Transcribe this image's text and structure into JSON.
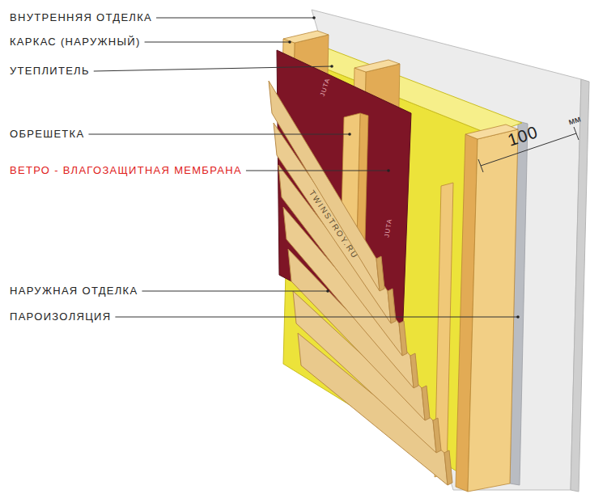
{
  "diagram": {
    "labels": [
      "ВНУТРЕННЯЯ ОТДЕЛКА",
      "КАРКАС (НАРУЖНЫЙ)",
      "УТЕПЛИТЕЛЬ",
      "ОБРЕШЕТКА",
      "ВЕТРО - ВЛАГОЗАЩИТНАЯ МЕМБРАНА",
      "НАРУЖНАЯ ОТДЕЛКА",
      "ПАРОИЗОЛЯЦИЯ",
      "100",
      "мм",
      "TWINSTROY.RU",
      "JUTA",
      "JUTA"
    ]
  }
}
